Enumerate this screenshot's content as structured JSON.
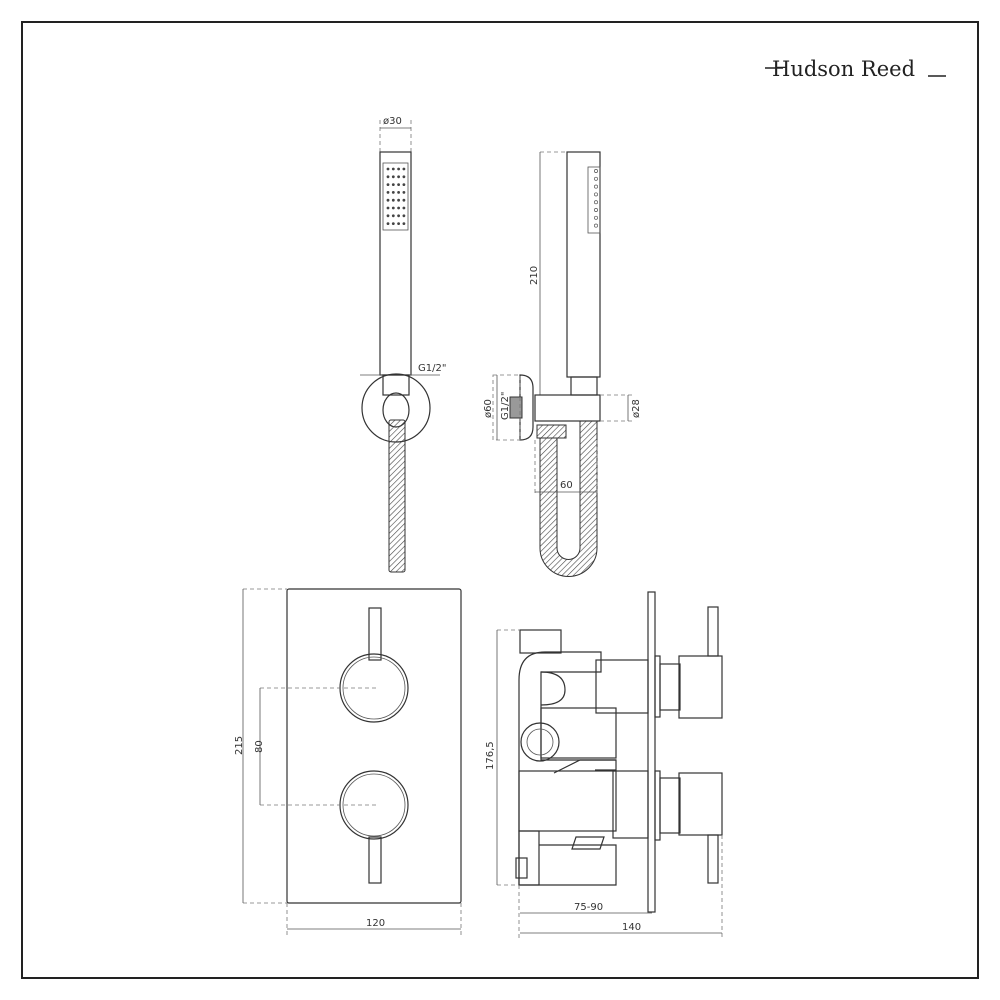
{
  "brand": {
    "name": "Hudson Reed"
  },
  "dimensions": {
    "handset_diameter": "ø30",
    "bracket_thread_front": "G1/2\"",
    "handset_length": "210",
    "wall_plate_diameter": "ø60",
    "bracket_thread_side": "G1/2\"",
    "bracket_diameter": "ø28",
    "hose_spacing": "60",
    "plate_height": "215",
    "handle_spacing": "80",
    "plate_width": "120",
    "body_height": "176,5",
    "wall_depth": "75-90",
    "total_depth": "140"
  },
  "colors": {
    "line": "#333333",
    "frame": "#222222",
    "inlet_fill": "#999999"
  }
}
